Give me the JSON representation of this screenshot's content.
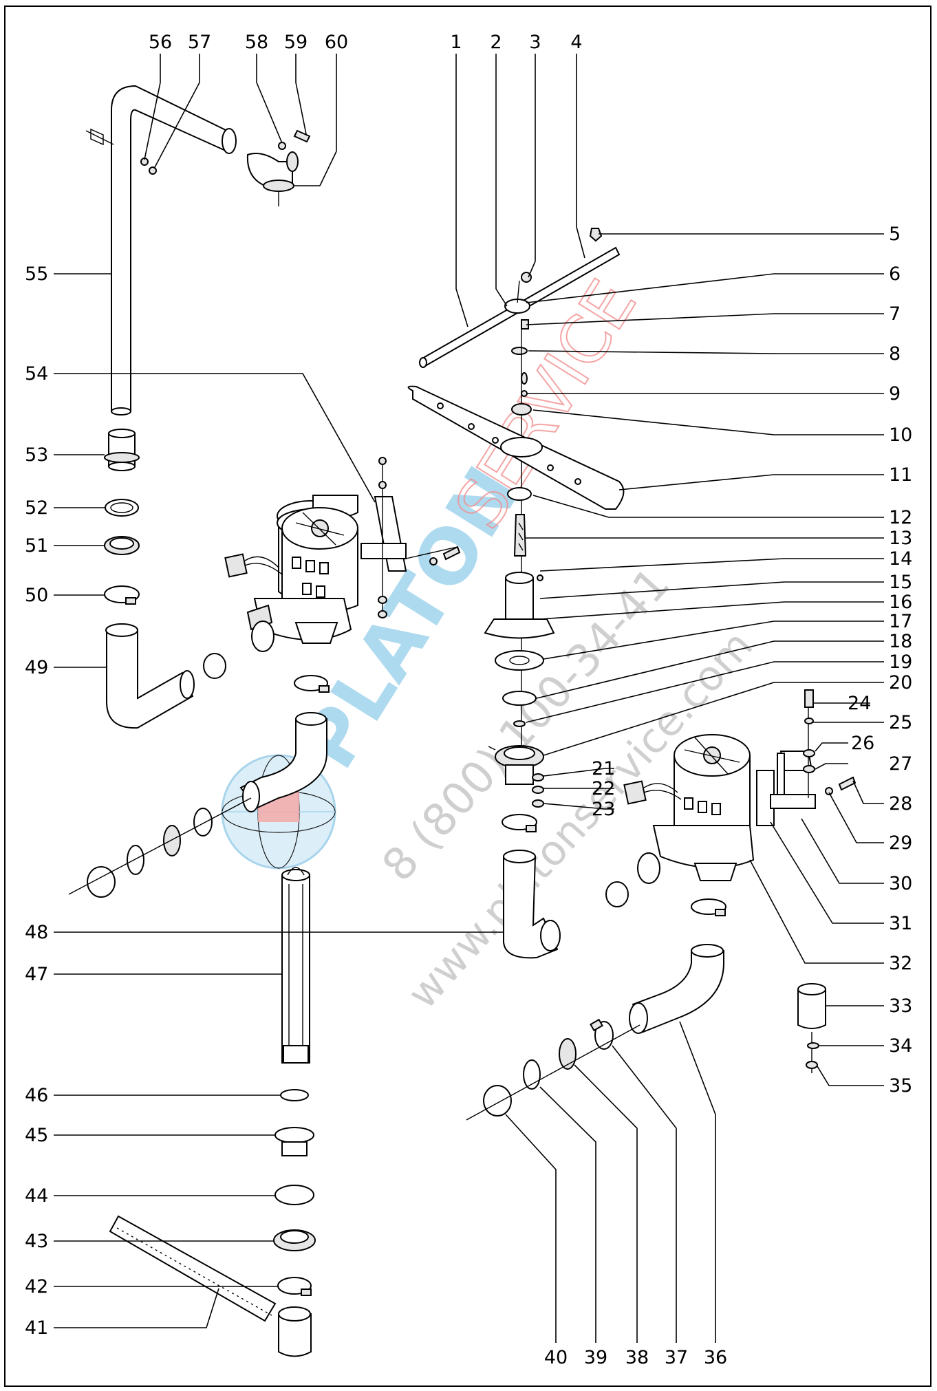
{
  "diagram": {
    "part_numbers": [
      "1",
      "2",
      "3",
      "4",
      "5",
      "6",
      "7",
      "8",
      "9",
      "10",
      "11",
      "12",
      "13",
      "14",
      "15",
      "16",
      "17",
      "18",
      "19",
      "20",
      "21",
      "22",
      "23",
      "24",
      "25",
      "26",
      "27",
      "28",
      "29",
      "30",
      "31",
      "32",
      "33",
      "34",
      "35",
      "36",
      "37",
      "38",
      "39",
      "40",
      "41",
      "42",
      "43",
      "44",
      "45",
      "46",
      "47",
      "48",
      "49",
      "50",
      "51",
      "52",
      "53",
      "54",
      "55",
      "56",
      "57",
      "58",
      "59",
      "60"
    ]
  },
  "watermark": {
    "brand_part1": "PLATON",
    "brand_part2": "SERVICE",
    "phone": "8 (800) 100-34-41",
    "website": "www.platonservice.com",
    "colors": {
      "brand_blue": "#5bb4e0",
      "brand_red": "#f08080",
      "text_gray": "#bdbdbd"
    }
  }
}
